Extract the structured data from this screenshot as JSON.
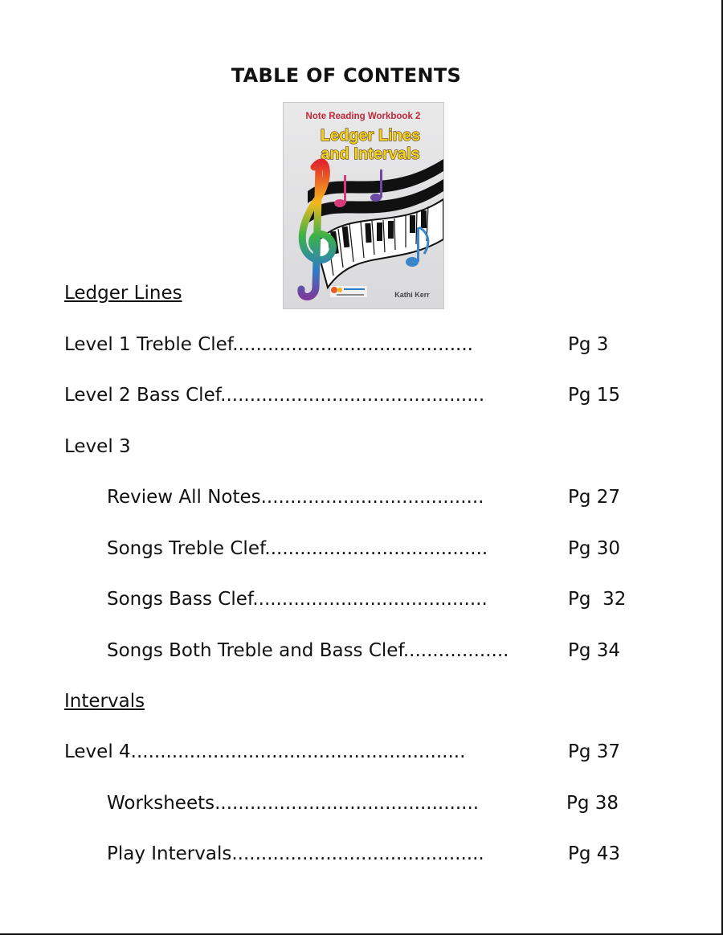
{
  "title": "TABLE OF CONTENTS",
  "cover": {
    "subtitle": "Note Reading Workbook 2",
    "title_line1": "Ledger Lines",
    "title_line2": "and Intervals",
    "author": "Kathi Kerr"
  },
  "sections": [
    {
      "heading": "Ledger Lines"
    },
    {
      "heading": "Intervals"
    }
  ],
  "entries": [
    {
      "label": "Level 1 Treble Clef.........................................",
      "page": "Pg 3"
    },
    {
      "label": "Level 2 Bass Clef.............................................",
      "page": "Pg 15"
    },
    {
      "label": "Level 3",
      "page": ""
    },
    {
      "label": "Review All Notes......................................",
      "page": "Pg 27"
    },
    {
      "label": "Songs Treble Clef......................................",
      "page": "Pg 30"
    },
    {
      "label": "Songs Bass Clef........................................",
      "page": "Pg  32"
    },
    {
      "label": "Songs Both Treble and Bass Clef..................",
      "page": "Pg 34"
    },
    {
      "label": "Level 4.........................................................",
      "page": "Pg 37"
    },
    {
      "label": "Worksheets.............................................",
      "page": "Pg 38"
    },
    {
      "label": "Play Intervals...........................................",
      "page": "Pg 43"
    }
  ]
}
